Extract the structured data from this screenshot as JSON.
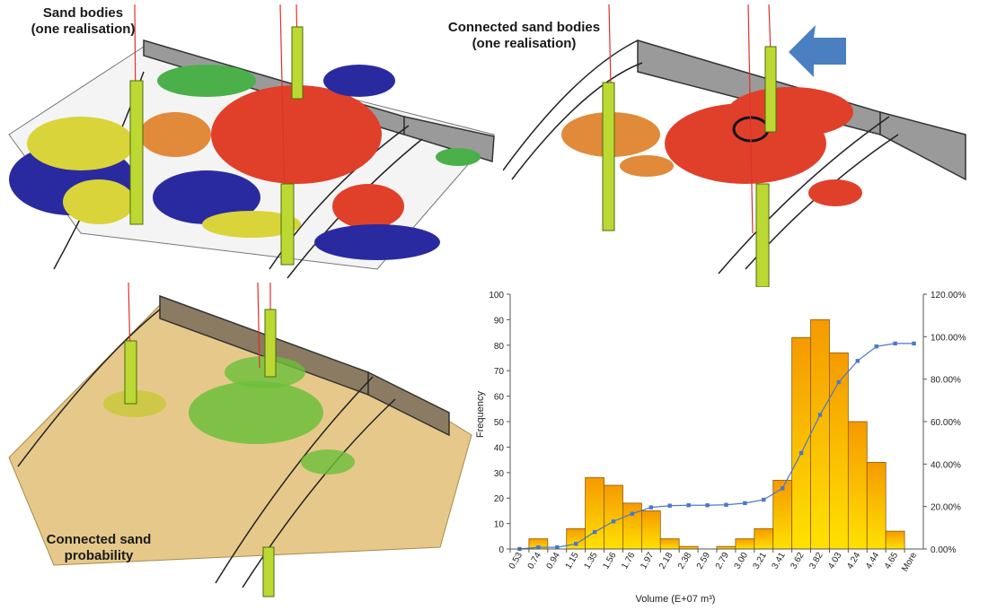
{
  "panels": {
    "top_left": {
      "caption_line1": "Sand bodies",
      "caption_line2": "(one realisation)"
    },
    "top_right": {
      "caption_line1": "Connected sand bodies",
      "caption_line2": "(one realisation)"
    },
    "bottom_left": {
      "caption_line1": "Connected sand",
      "caption_line2": "probability"
    }
  },
  "colors": {
    "arrow": "#4a7fc1",
    "bar_top": "#f59a00",
    "bar_bottom": "#ffe100",
    "cumulative_line": "#4a78c8",
    "sand_red": "#e0402a",
    "sand_blue": "#2a2aa0",
    "sand_yellow": "#d9d43a",
    "sand_orange": "#e08a3a",
    "probability_base": "#e6c98a",
    "probability_green": "#6cbf3a",
    "fault_wall": "#9a9a9a"
  },
  "chart_data": {
    "type": "bar",
    "categories": [
      "0.53",
      "0.74",
      "0.94",
      "1.15",
      "1.35",
      "1.56",
      "1.76",
      "1.97",
      "2.18",
      "2.38",
      "2.59",
      "2.79",
      "3.00",
      "3.21",
      "3.41",
      "3.62",
      "3.82",
      "4.03",
      "4.24",
      "4.44",
      "4.65",
      "More"
    ],
    "series": [
      {
        "values": [
          0,
          4,
          0,
          8,
          28,
          25,
          18,
          15,
          4,
          1,
          0,
          1,
          4,
          8,
          27,
          83,
          90,
          77,
          50,
          34,
          7,
          0
        ]
      },
      {
        "type": "line",
        "axis": "right",
        "values": [
          0.0,
          0.8,
          0.8,
          2.4,
          8.0,
          13.0,
          16.6,
          19.6,
          20.4,
          20.6,
          20.6,
          20.8,
          21.6,
          23.2,
          28.6,
          45.2,
          63.2,
          78.6,
          88.6,
          95.4,
          96.8,
          96.8
        ]
      }
    ],
    "xlabel": "Volume (E+07 m³)",
    "ylabel": "Frequency",
    "ylim": [
      0,
      100
    ],
    "yticks": [
      0,
      10,
      20,
      30,
      40,
      50,
      60,
      70,
      80,
      90,
      100
    ],
    "y2lim": [
      0,
      120
    ],
    "y2ticks": [
      "0.00%",
      "20.00%",
      "40.00%",
      "60.00%",
      "80.00%",
      "100.00%",
      "120.00%"
    ],
    "grid": false
  }
}
